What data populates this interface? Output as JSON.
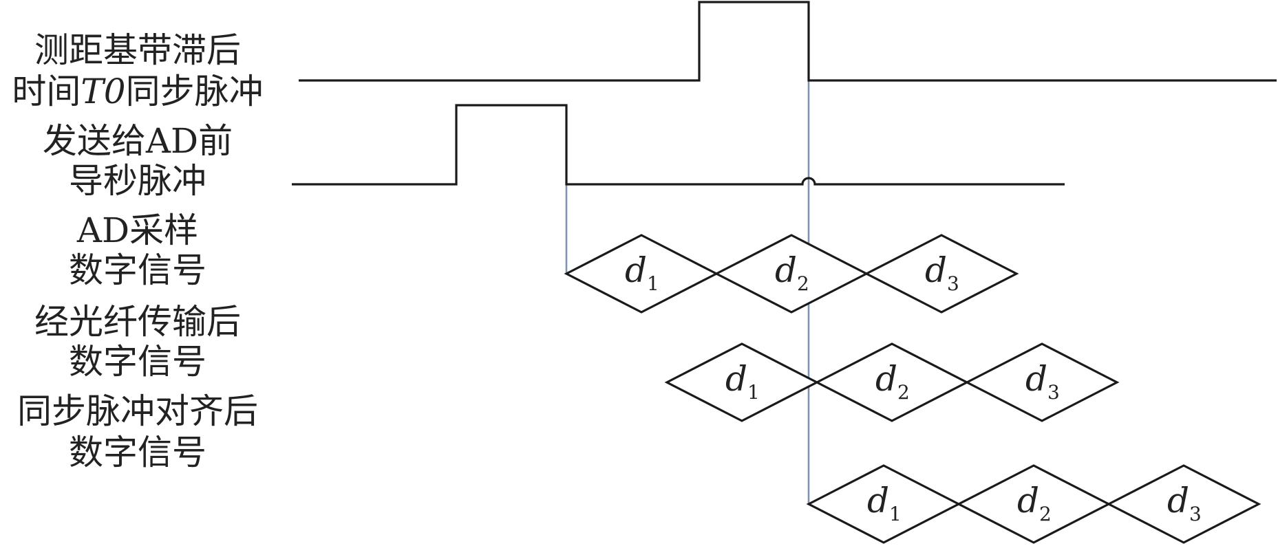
{
  "labels": {
    "t0_line1": "测距基带滞后",
    "t0_line2_prefix": "时间",
    "t0_line2_symbol": "T0",
    "t0_line2_suffix": "同步脉冲",
    "ad_pulse_line1": "发送给AD前",
    "ad_pulse_line2": "导秒脉冲",
    "ad_sample_line1": "AD采样",
    "ad_sample_line2": "数字信号",
    "fiber_line1": "经光纤传输后",
    "fiber_line2": "数字信号",
    "aligned_line1": "同步脉冲对齐后",
    "aligned_line2": "数字信号"
  },
  "samples": {
    "symbol": "d",
    "subscripts": [
      "1",
      "2",
      "3"
    ]
  },
  "colors": {
    "signal": "#1a1a1a",
    "guide": "#7f93b3",
    "text": "#222222"
  }
}
